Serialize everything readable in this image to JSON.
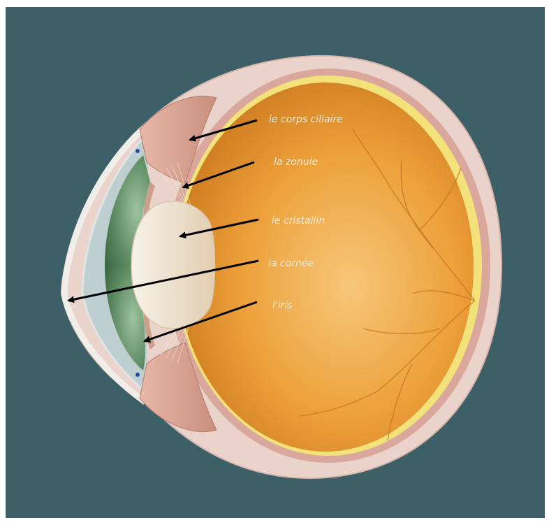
{
  "labels": {
    "ciliary_body": "le corps ciliaire",
    "zonule": "la zonule",
    "lens": "le cristallin",
    "cornea": "la cornée",
    "iris": "l'iris"
  },
  "colors": {
    "background": "#3d5f67",
    "sclera": "#e8cfc6",
    "vitreous": "#e89b2e",
    "iris": "#6f9a72",
    "lens": "#efe3cf",
    "arrow": "#000000",
    "label_text": "#f4ead8"
  }
}
